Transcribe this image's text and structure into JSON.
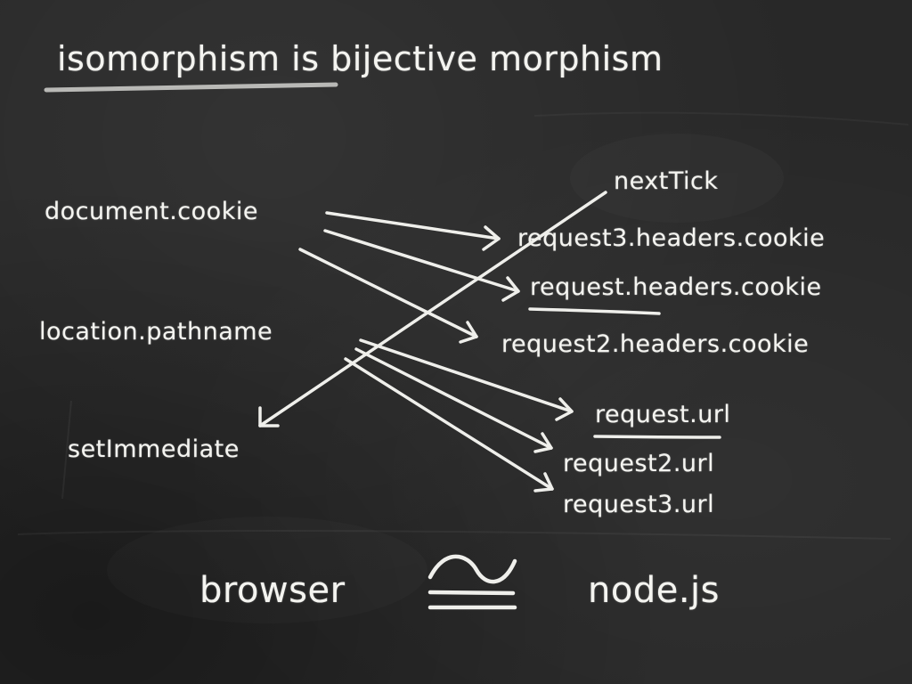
{
  "title": "isomorphism is bijective morphism",
  "colors": {
    "board": "#282828",
    "chalk": "#f4f4f0",
    "underline": "#b9b9b6"
  },
  "left_nodes": {
    "document_cookie": "document.cookie",
    "location_pathname": "location.pathname",
    "setimmediate": "setImmediate"
  },
  "right_nodes": {
    "nexttick": "nextTick",
    "request3_headers_cookie": "request3.headers.cookie",
    "request_headers_cookie": "request.headers.cookie",
    "request2_headers_cookie": "request2.headers.cookie",
    "request_url": "request.url",
    "request2_url": "request2.url",
    "request3_url": "request3.url"
  },
  "bottom": {
    "left": "browser",
    "symbol": "≅",
    "right": "node.js"
  }
}
